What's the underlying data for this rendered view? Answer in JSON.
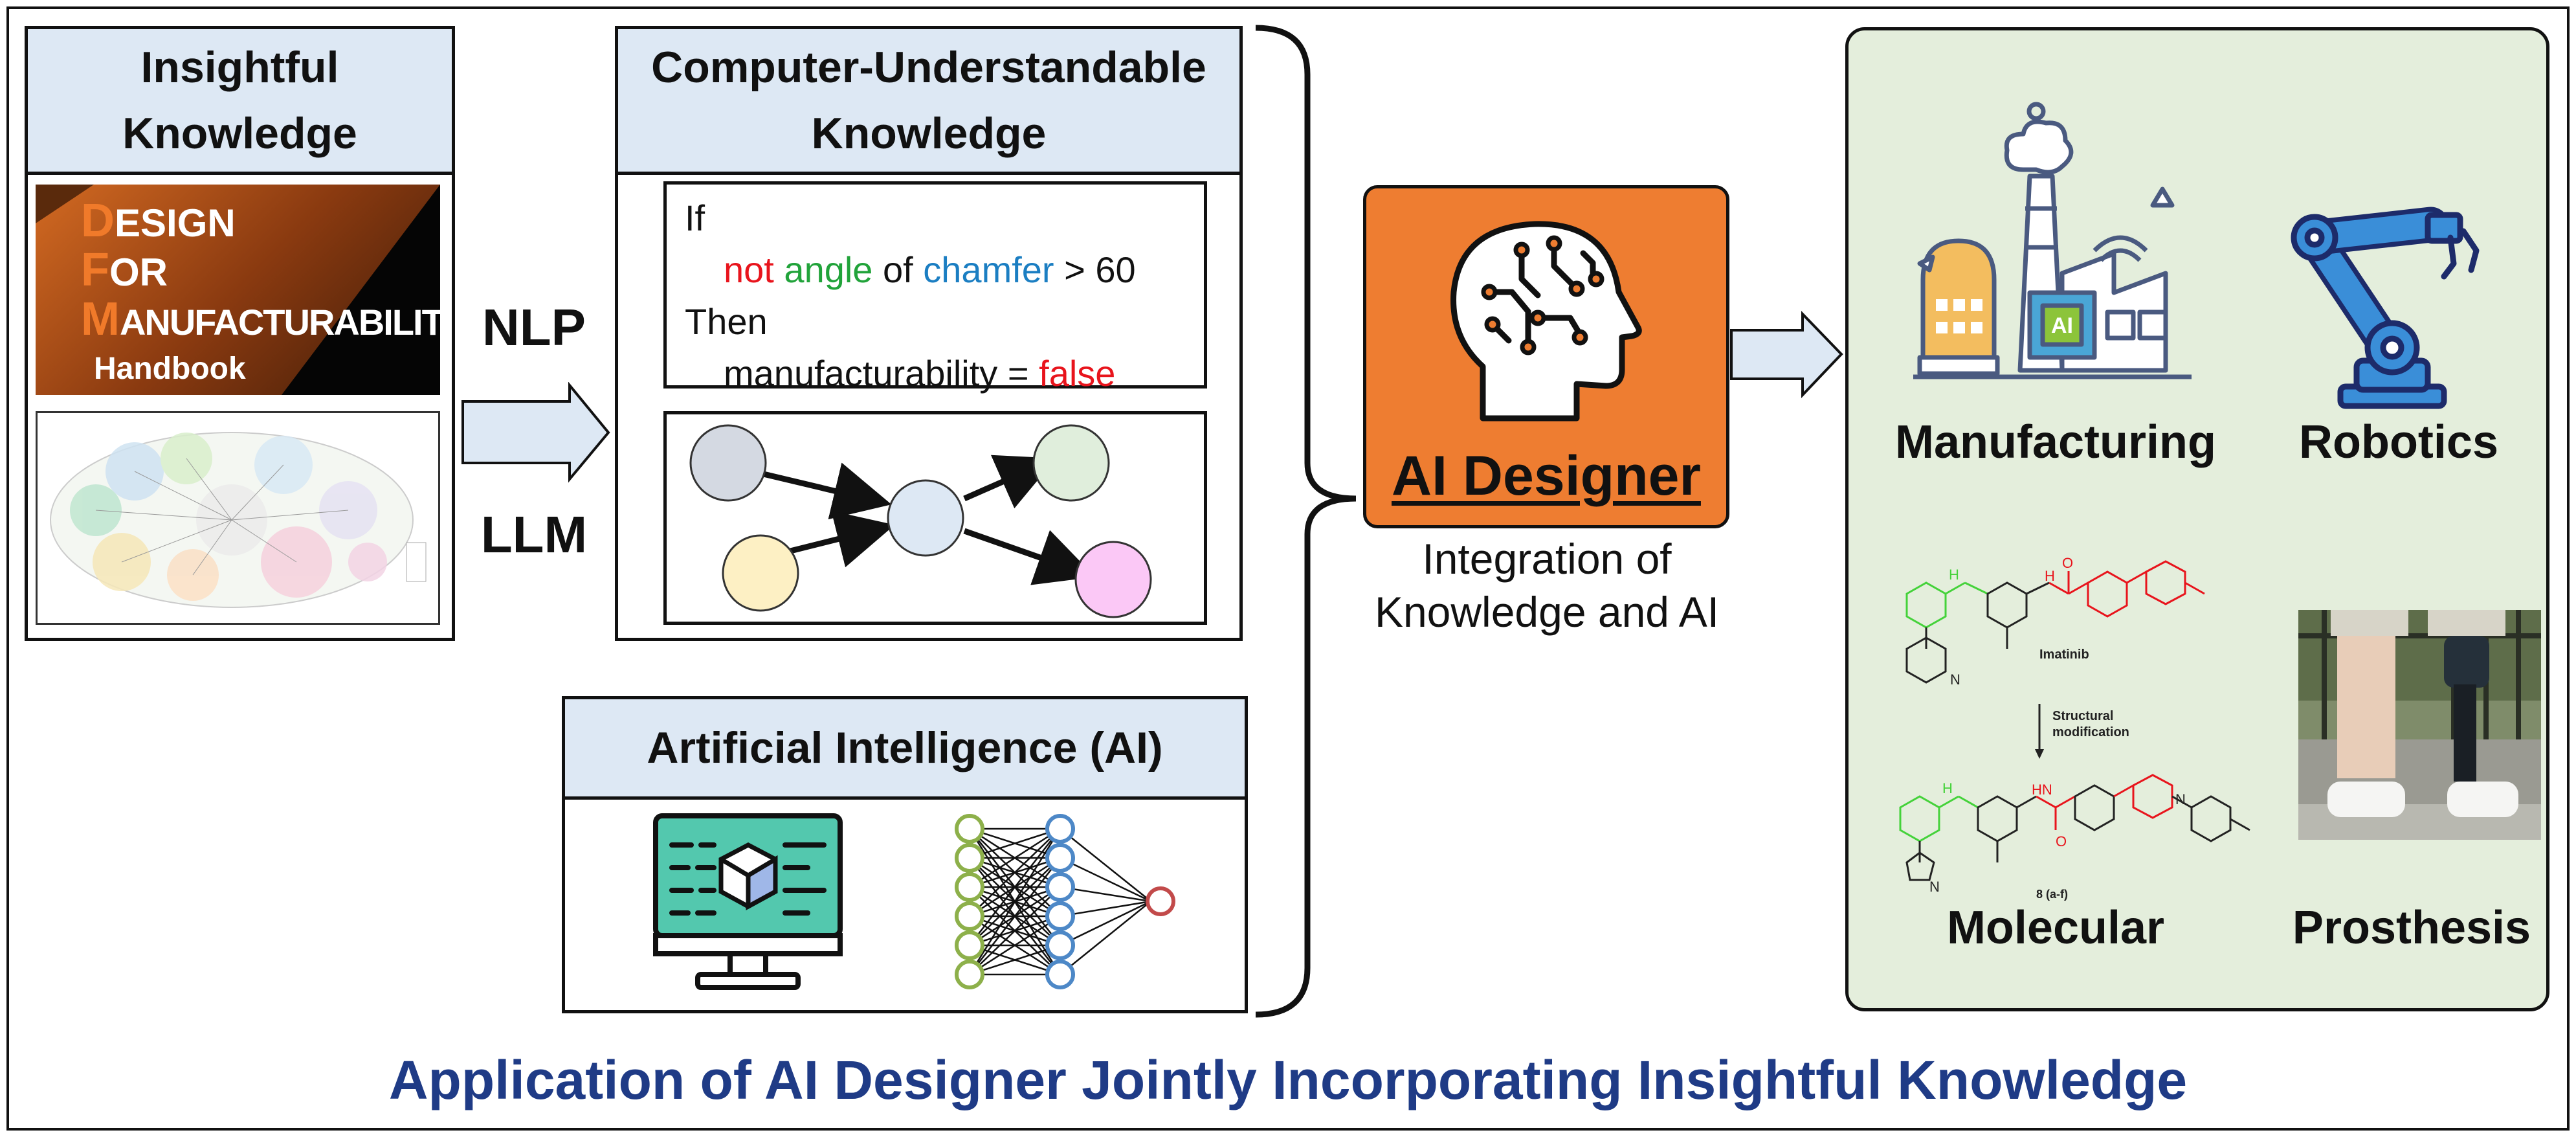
{
  "colors": {
    "header_fill": "#dde8f4",
    "ai_designer_orange": "#ee7d31",
    "apps_panel_fill": "#e4eedc",
    "bottom_title": "#1f3b86",
    "rule_red": "#e8141c",
    "rule_green": "#21a33a",
    "rule_blue": "#1b7ec2"
  },
  "insightful": {
    "title_line1": "Insightful",
    "title_line2": "Knowledge",
    "book": {
      "d_letter": "D",
      "d_rest": "ESIGN",
      "f_letter": "F",
      "f_rest": "OR",
      "m_letter": "M",
      "m_rest": "ANUFACTURABILITY",
      "subtitle": "Handbook"
    }
  },
  "methods": {
    "nlp": "NLP",
    "llm": "LLM"
  },
  "computer_knowledge": {
    "title_line1": "Computer-Understandable",
    "title_line2": "Knowledge",
    "rule": {
      "if": "If",
      "not": "not",
      "angle": "angle",
      "of": "of",
      "chamfer": "chamfer",
      "gt": "> 60",
      "then": "Then",
      "result": "manufacturability =",
      "false": "false"
    }
  },
  "ai_panel": {
    "title": "Artificial Intelligence (AI)"
  },
  "ai_designer": {
    "title": "AI Designer",
    "caption_line1": "Integration of",
    "caption_line2": "Knowledge and AI"
  },
  "applications": {
    "manufacturing": "Manufacturing",
    "robotics": "Robotics",
    "molecular": "Molecular",
    "prosthesis": "Prosthesis",
    "chip_label": "AI",
    "molecule": {
      "name1": "Imatinib",
      "mod_line1": "Structural",
      "mod_line2": "modification",
      "name2": "8 (a-f)"
    }
  },
  "footer": {
    "title": "Application of AI Designer Jointly Incorporating Insightful Knowledge"
  }
}
